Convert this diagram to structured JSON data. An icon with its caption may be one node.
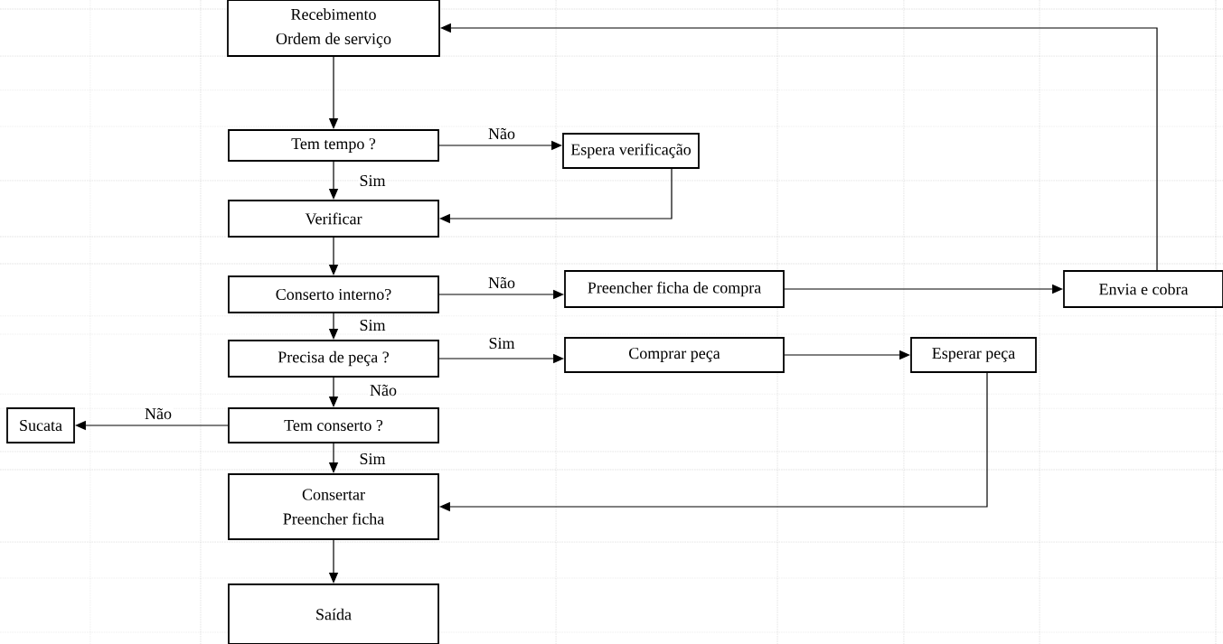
{
  "diagram": {
    "nodes": [
      {
        "text": [
          "Recebimento",
          "Ordem de serviço"
        ]
      },
      {
        "text": [
          "Tem tempo ?"
        ]
      },
      {
        "text": [
          "Espera verificação"
        ]
      },
      {
        "text": [
          "Verificar"
        ]
      },
      {
        "text": [
          "Conserto interno?"
        ]
      },
      {
        "text": [
          "Preencher ficha de compra"
        ]
      },
      {
        "text": [
          "Envia e cobra"
        ]
      },
      {
        "text": [
          "Precisa de peça ?"
        ]
      },
      {
        "text": [
          "Comprar peça"
        ]
      },
      {
        "text": [
          "Esperar peça"
        ]
      },
      {
        "text": [
          "Sucata"
        ]
      },
      {
        "text": [
          "Tem conserto ?"
        ]
      },
      {
        "text": [
          "Consertar",
          "Preencher ficha"
        ]
      },
      {
        "text": [
          "Saída"
        ]
      }
    ],
    "edges": [
      {
        "from": 0,
        "to": 1,
        "arrow": "to"
      },
      {
        "from": 1,
        "to": 2,
        "arrow": "to",
        "label": "Não"
      },
      {
        "from": 1,
        "to": 3,
        "arrow": "to",
        "label": "Sim"
      },
      {
        "from": 2,
        "to": 3,
        "arrow": "to"
      },
      {
        "from": 3,
        "to": 4,
        "arrow": "to"
      },
      {
        "from": 4,
        "to": 5,
        "arrow": "to",
        "label": "Não"
      },
      {
        "from": 5,
        "to": 6,
        "arrow": "to"
      },
      {
        "from": 6,
        "to": 0,
        "arrow": "to"
      },
      {
        "from": 4,
        "to": 7,
        "arrow": "to",
        "label": "Sim"
      },
      {
        "from": 7,
        "to": 8,
        "arrow": "to",
        "label": "Sim"
      },
      {
        "from": 8,
        "to": 9,
        "arrow": "to"
      },
      {
        "from": 7,
        "to": 11,
        "arrow": "to",
        "label": "Não"
      },
      {
        "from": 11,
        "to": 10,
        "arrow": "to",
        "label": "Não"
      },
      {
        "from": 11,
        "to": 12,
        "arrow": "to",
        "label": "Sim"
      },
      {
        "from": 9,
        "to": 12,
        "arrow": "to"
      },
      {
        "from": 12,
        "to": 13,
        "arrow": "to"
      }
    ]
  }
}
